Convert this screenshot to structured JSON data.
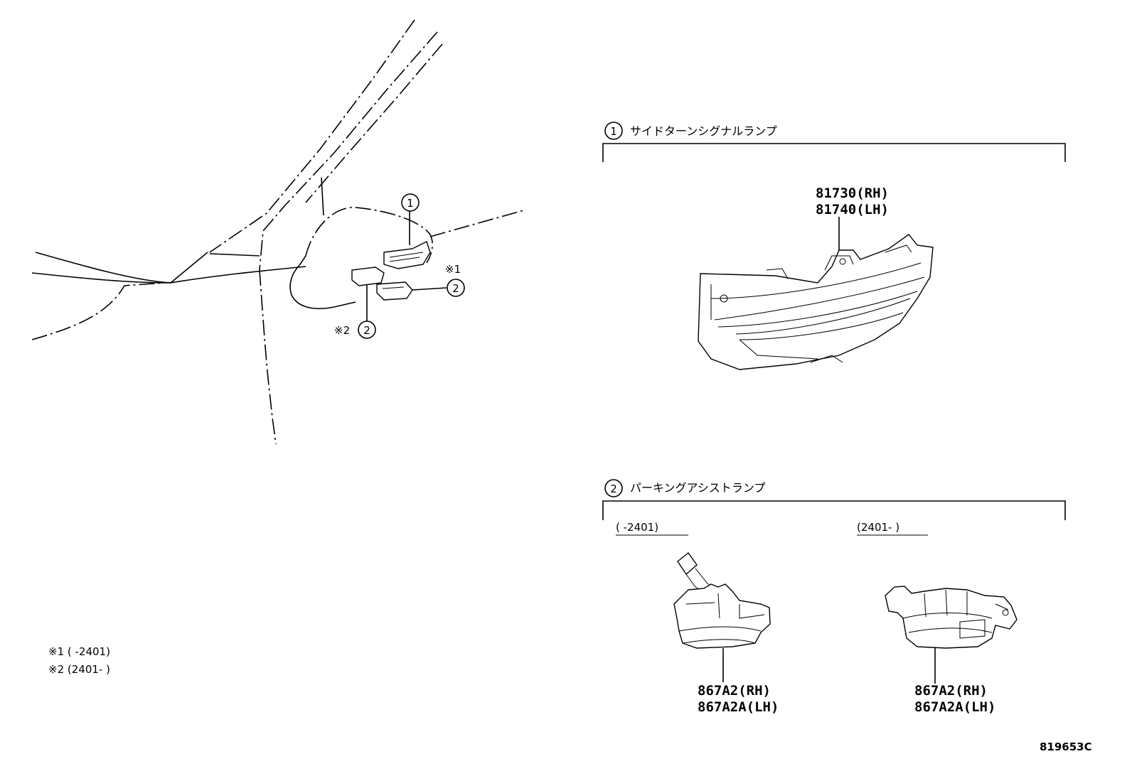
{
  "callouts": {
    "c1": "1",
    "c2a": "2",
    "c2b": "2",
    "note_mark_1": "※1",
    "note_mark_2": "※2"
  },
  "notes": {
    "note1": "※1 (      -2401)",
    "note2": "※2 (2401-      )"
  },
  "section1": {
    "number": "1",
    "title": "サイドターンシグナルランプ",
    "part_rh": "81730(RH)",
    "part_lh": "81740(LH)"
  },
  "section2": {
    "number": "2",
    "title": "パーキングアシストランプ",
    "variant_a_label": "(      -2401)",
    "variant_b_label": "(2401-      )",
    "variant_a_part_rh": "867A2(RH)",
    "variant_a_part_lh": "867A2A(LH)",
    "variant_b_part_rh": "867A2(RH)",
    "variant_b_part_lh": "867A2A(LH)"
  },
  "drawing_code": "819653C"
}
